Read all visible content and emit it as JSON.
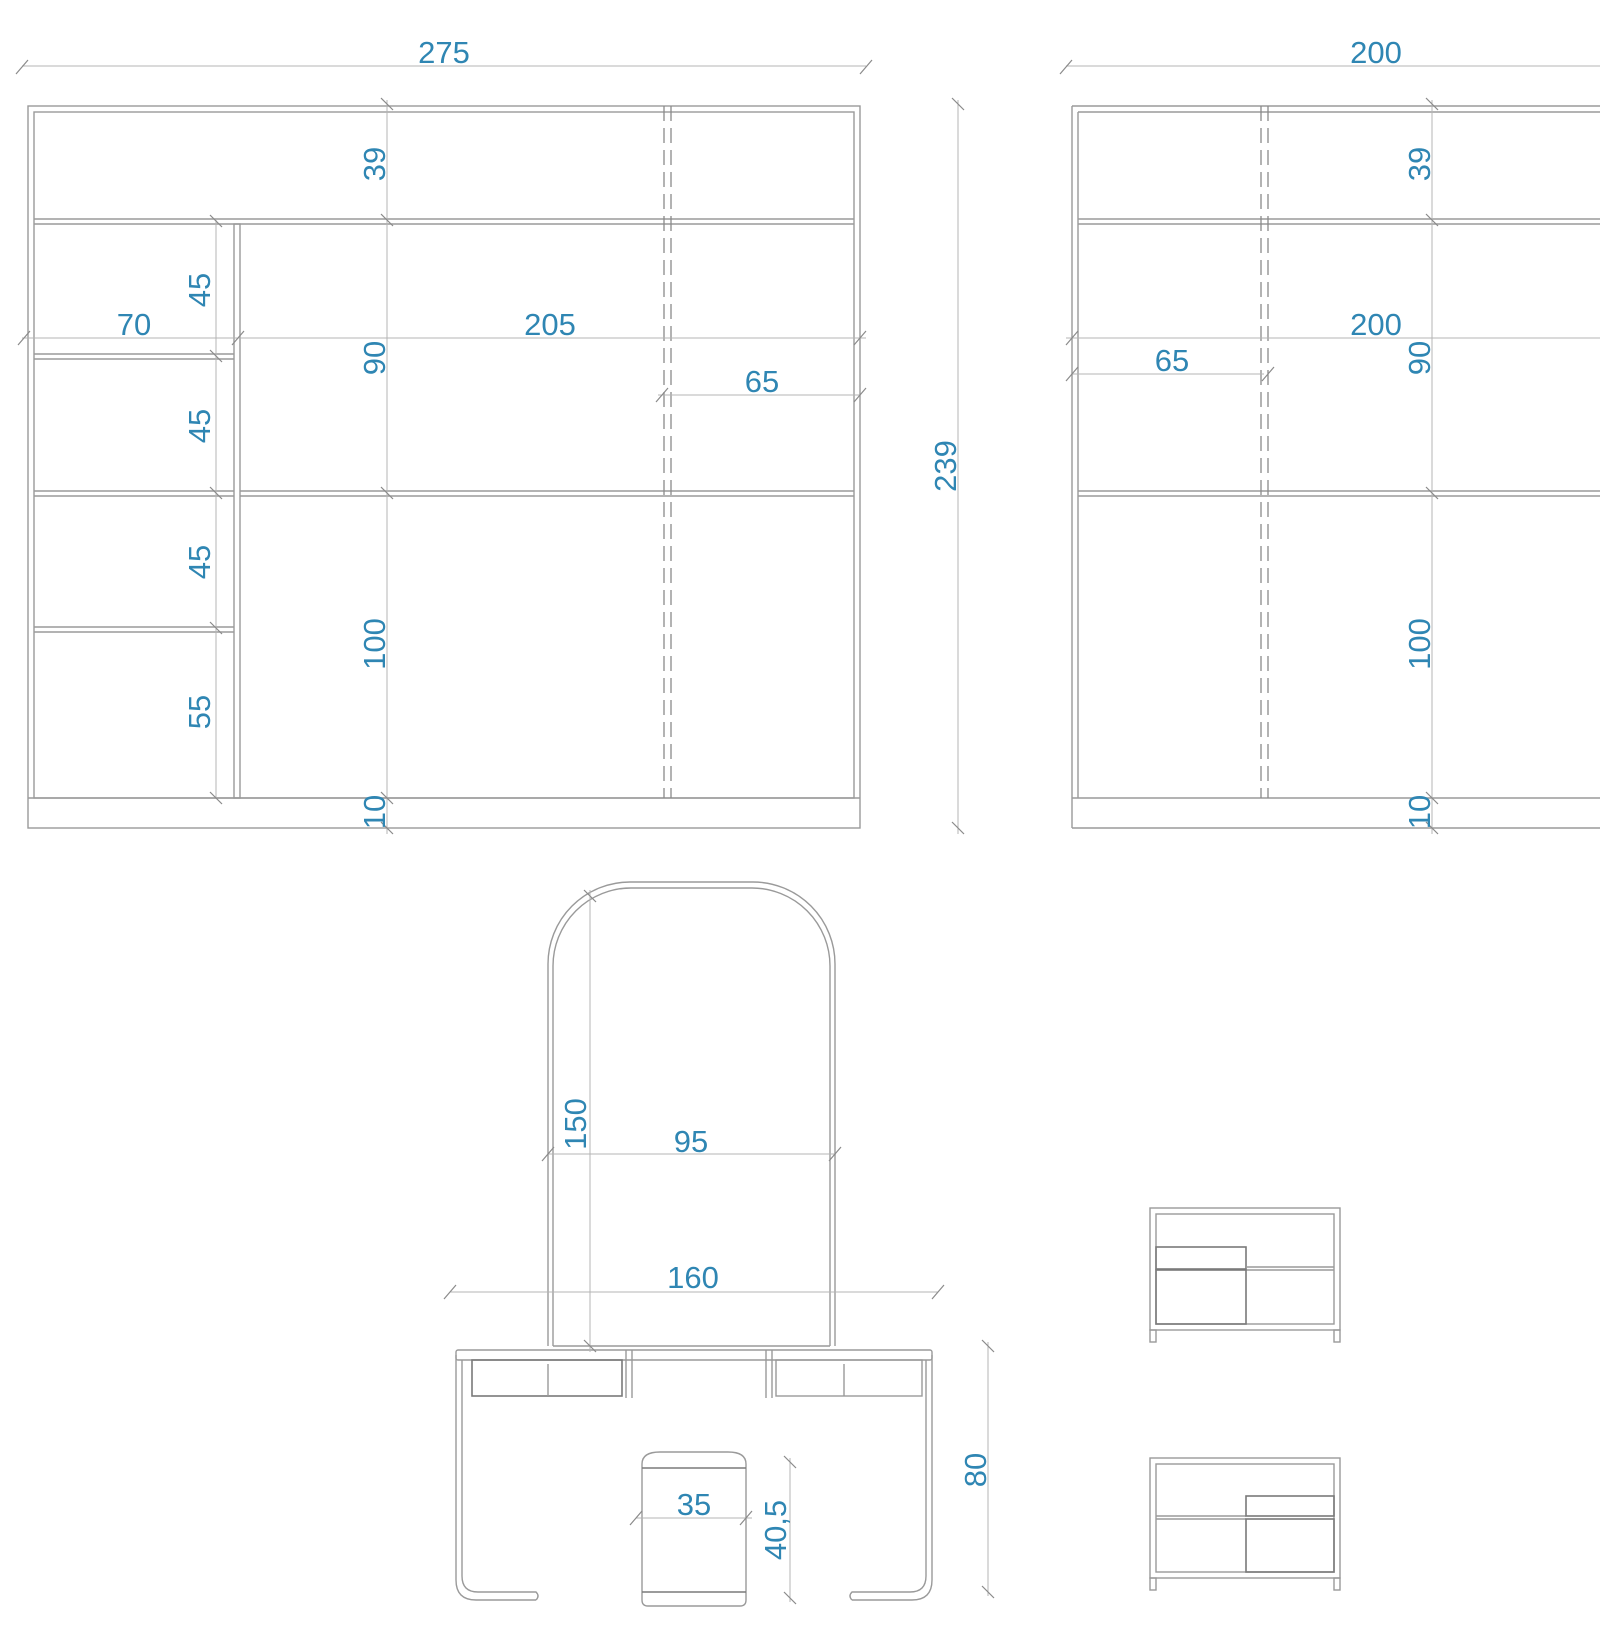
{
  "wardrobe_large": {
    "width": "275",
    "height": "239",
    "top_compartment": "39",
    "middle_compartment": "90",
    "bottom_compartment": "100",
    "plinth": "10",
    "left_section_width": "70",
    "main_section_width": "205",
    "door_width": "65",
    "left_shelves": [
      "45",
      "45",
      "45",
      "55"
    ]
  },
  "wardrobe_small": {
    "width": "200",
    "inner_width": "200",
    "top_compartment": "39",
    "middle_compartment": "90",
    "bottom_compartment": "100",
    "plinth": "10",
    "door_width": "65"
  },
  "dressing_table": {
    "mirror_height": "150",
    "mirror_width": "95",
    "table_width": "160",
    "table_height": "80",
    "stool_width": "35",
    "stool_height": "40,5"
  }
}
